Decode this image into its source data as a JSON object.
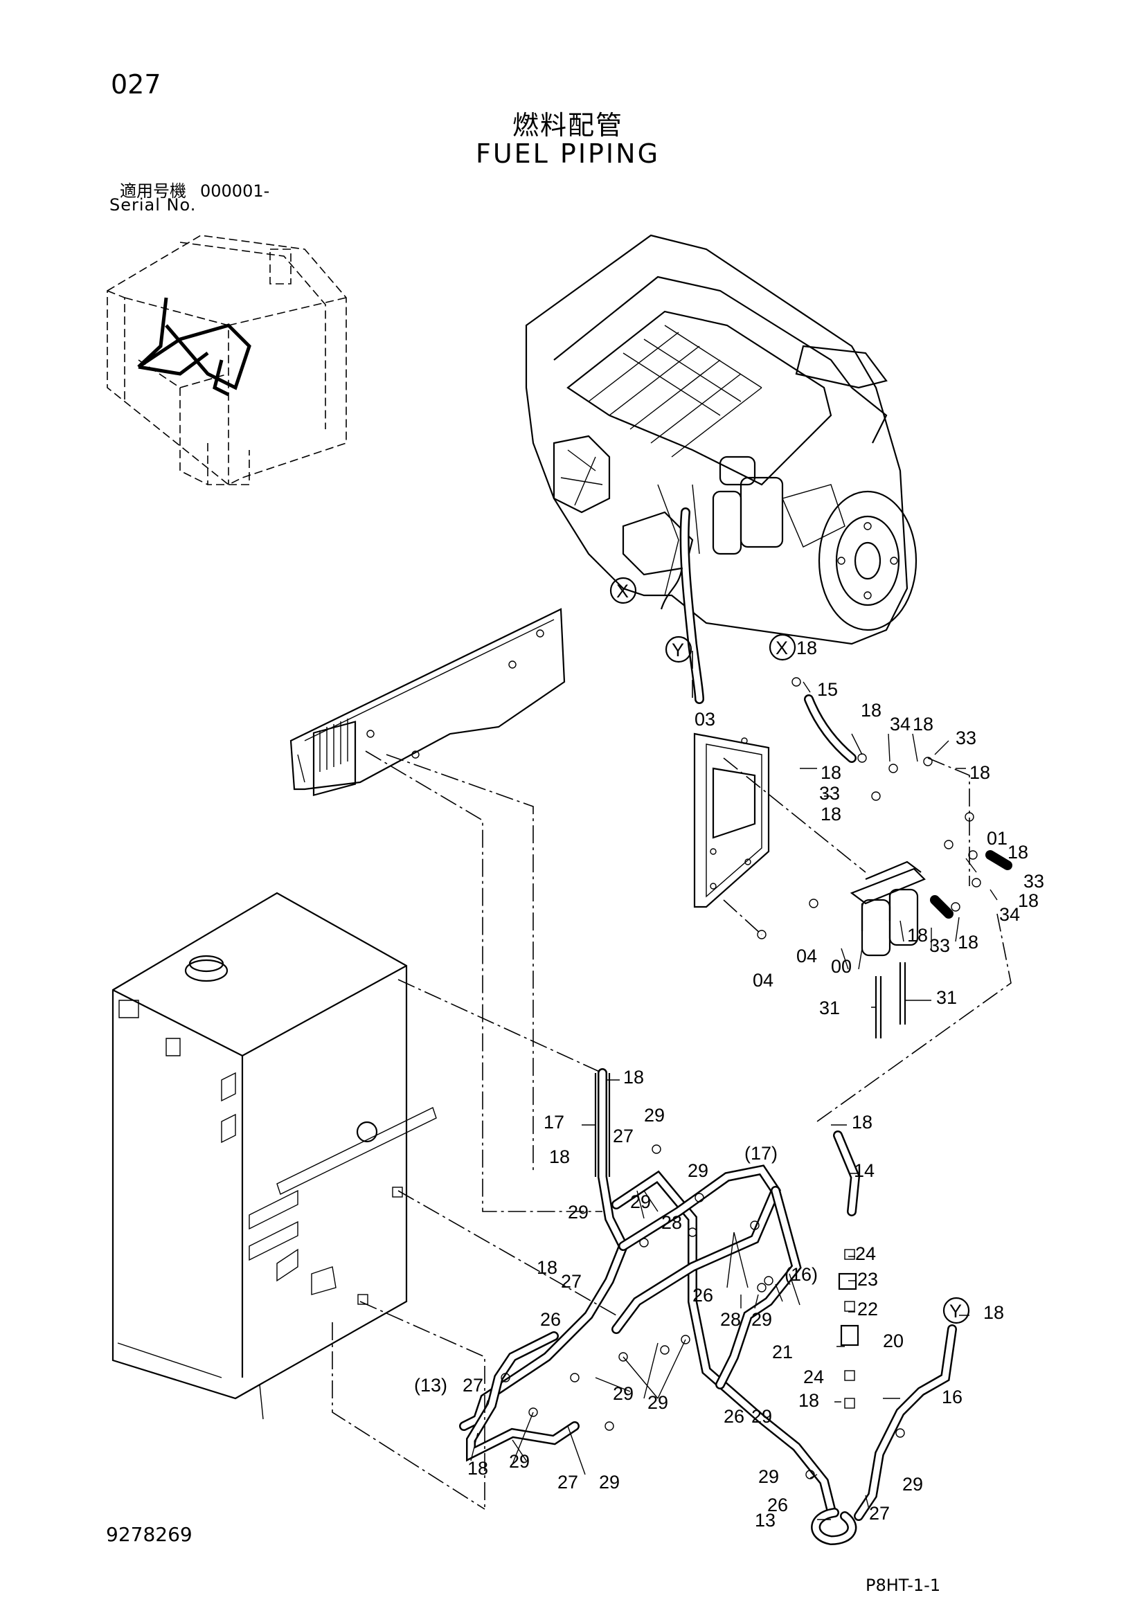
{
  "page_number": "027",
  "title_jp": "燃料配管",
  "title_en": "FUEL PIPING",
  "serial": {
    "label_jp": "適用号機",
    "value": "000001-",
    "label_en": "Serial No."
  },
  "document_number": "9278269",
  "sheet_ref": "P8HT-1-1",
  "view_markers": [
    "X",
    "Y",
    "X",
    "Y"
  ],
  "callouts": {
    "filter_group": [
      "18",
      "15",
      "18",
      "34",
      "18",
      "33",
      "18",
      "33",
      "18",
      "18",
      "01",
      "18",
      "33",
      "18",
      "34",
      "18",
      "33",
      "18",
      "03",
      "04",
      "04",
      "00",
      "31",
      "31"
    ],
    "tank_group": [
      "18",
      "17",
      "29",
      "27",
      "18",
      "29",
      "29",
      "28",
      "(17)",
      "14",
      "18",
      "27",
      "29",
      "(16)",
      "18",
      "24",
      "23",
      "26",
      "22",
      "26",
      "28",
      "29",
      "18",
      "20",
      "21",
      "24",
      "18",
      "16",
      "29",
      "29",
      "29",
      "26",
      "(13)",
      "27",
      "29",
      "29",
      "27",
      "29",
      "18",
      "26",
      "29",
      "27",
      "13"
    ]
  }
}
